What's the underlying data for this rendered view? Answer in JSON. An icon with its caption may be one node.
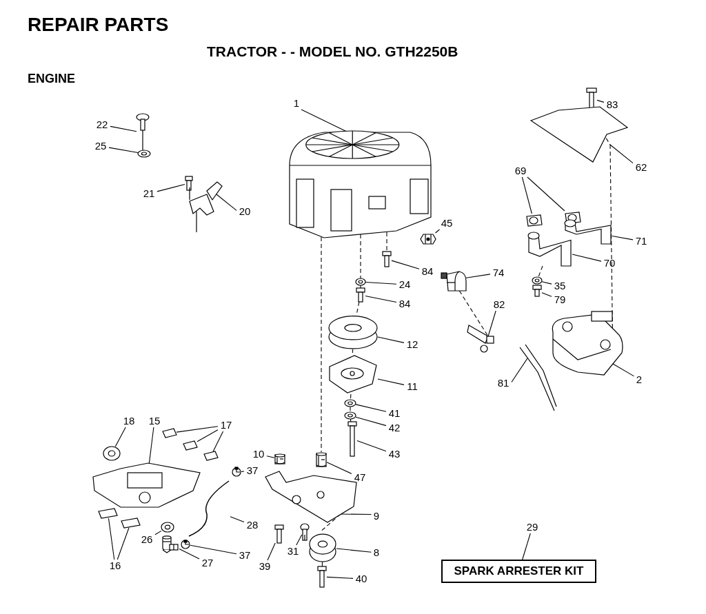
{
  "diagram": {
    "title": "REPAIR PARTS",
    "nodes": [
      {
        "text": [
          "1"
        ]
      },
      {
        "text": [],
        "shape": "picture"
      },
      {
        "text": [
          "22"
        ]
      },
      {
        "text": [],
        "shape": "picture"
      },
      {
        "text": [
          "25"
        ]
      },
      {
        "text": [],
        "shape": "picture"
      },
      {
        "text": [
          "21"
        ]
      },
      {
        "text": [],
        "shape": "picture"
      },
      {
        "text": [
          "20"
        ]
      },
      {
        "text": [],
        "shape": "picture"
      },
      {
        "text": [
          "83"
        ]
      },
      {
        "text": [],
        "shape": "picture"
      },
      {
        "text": [
          "62"
        ]
      },
      {
        "text": [],
        "shape": "picture"
      },
      {
        "text": [
          "69"
        ]
      },
      {
        "text": [],
        "shape": "picture"
      },
      {
        "text": [],
        "shape": "picture"
      },
      {
        "text": [
          "71"
        ]
      },
      {
        "text": [],
        "shape": "picture"
      },
      {
        "text": [
          "70"
        ]
      },
      {
        "text": [],
        "shape": "picture"
      },
      {
        "text": [
          "45"
        ]
      },
      {
        "text": [],
        "shape": "picture"
      },
      {
        "text": [
          "84"
        ]
      },
      {
        "text": [],
        "shape": "picture"
      },
      {
        "text": [
          "24"
        ]
      },
      {
        "text": [],
        "shape": "picture"
      },
      {
        "text": [
          "84"
        ]
      },
      {
        "text": [],
        "shape": "picture"
      },
      {
        "text": [
          "74"
        ]
      },
      {
        "text": [],
        "shape": "picture"
      },
      {
        "text": [
          "35"
        ]
      },
      {
        "text": [],
        "shape": "picture"
      },
      {
        "text": [
          "79"
        ]
      },
      {
        "text": [],
        "shape": "picture"
      },
      {
        "text": [
          "82"
        ]
      },
      {
        "text": [],
        "shape": "picture"
      },
      {
        "text": [
          "12"
        ]
      },
      {
        "text": [],
        "shape": "picture"
      },
      {
        "text": [
          "81"
        ]
      },
      {
        "text": [],
        "shape": "picture"
      },
      {
        "text": [
          "2"
        ]
      },
      {
        "text": [],
        "shape": "picture"
      },
      {
        "text": [
          "11"
        ]
      },
      {
        "text": [],
        "shape": "picture"
      },
      {
        "text": [
          "41"
        ]
      },
      {
        "text": [],
        "shape": "picture"
      },
      {
        "text": [
          "42"
        ]
      },
      {
        "text": [],
        "shape": "picture"
      },
      {
        "text": [
          "43"
        ]
      },
      {
        "text": [],
        "shape": "picture"
      },
      {
        "text": [
          "18"
        ]
      },
      {
        "text": [],
        "shape": "picture"
      },
      {
        "text": [
          "15"
        ]
      },
      {
        "text": [],
        "shape": "picture"
      },
      {
        "text": [
          "17"
        ]
      },
      {
        "text": [],
        "shape": "picture"
      },
      {
        "text": [],
        "shape": "picture"
      },
      {
        "text": [],
        "shape": "picture"
      },
      {
        "text": [
          "10"
        ]
      },
      {
        "text": [],
        "shape": "picture"
      },
      {
        "text": [
          "47"
        ]
      },
      {
        "text": [],
        "shape": "picture"
      },
      {
        "text": [
          "37"
        ]
      },
      {
        "text": [],
        "shape": "picture"
      },
      {
        "text": [
          "9"
        ]
      },
      {
        "text": [],
        "shape": "picture"
      },
      {
        "text": [
          "29"
        ]
      },
      {
        "text": [
          "SPARK ARRESTER KIT"
        ]
      },
      {
        "text": [
          "28"
        ]
      },
      {
        "text": [],
        "shape": "picture"
      },
      {
        "text": [
          "31"
        ]
      },
      {
        "text": [],
        "shape": "picture"
      },
      {
        "text": [
          "39"
        ]
      },
      {
        "text": [],
        "shape": "picture"
      },
      {
        "text": [
          "8"
        ]
      },
      {
        "text": [],
        "shape": "picture"
      },
      {
        "text": [
          "16"
        ]
      },
      {
        "text": [],
        "shape": "picture"
      },
      {
        "text": [],
        "shape": "picture"
      },
      {
        "text": [
          "26"
        ]
      },
      {
        "text": [],
        "shape": "picture"
      },
      {
        "text": [
          "37"
        ]
      },
      {
        "text": [],
        "shape": "picture"
      },
      {
        "text": [
          "27"
        ]
      },
      {
        "text": [],
        "shape": "picture"
      },
      {
        "text": [
          "40"
        ]
      },
      {
        "text": [],
        "shape": "picture"
      }
    ],
    "edges": [
      {
        "from": 0,
        "to": 1,
        "arrow": "none"
      },
      {
        "from": 2,
        "to": 3,
        "arrow": "none"
      },
      {
        "from": 4,
        "to": 5,
        "arrow": "none"
      },
      {
        "from": 6,
        "to": 7,
        "arrow": "none"
      },
      {
        "from": 8,
        "to": 9,
        "arrow": "none"
      },
      {
        "from": 10,
        "to": 11,
        "arrow": "none"
      },
      {
        "from": 12,
        "to": 13,
        "arrow": "none"
      },
      {
        "from": 14,
        "to": 15,
        "arrow": "none"
      },
      {
        "from": 14,
        "to": 16,
        "arrow": "none"
      },
      {
        "from": 17,
        "to": 18,
        "arrow": "none"
      },
      {
        "from": 19,
        "to": 20,
        "arrow": "none"
      },
      {
        "from": 21,
        "to": 22,
        "arrow": "none"
      },
      {
        "from": 23,
        "to": 24,
        "arrow": "none"
      },
      {
        "from": 25,
        "to": 26,
        "arrow": "none"
      },
      {
        "from": 27,
        "to": 28,
        "arrow": "none"
      },
      {
        "from": 29,
        "to": 30,
        "arrow": "none"
      },
      {
        "from": 31,
        "to": 32,
        "arrow": "none"
      },
      {
        "from": 33,
        "to": 34,
        "arrow": "none"
      },
      {
        "from": 35,
        "to": 36,
        "arrow": "none"
      },
      {
        "from": 37,
        "to": 38,
        "arrow": "none"
      },
      {
        "from": 39,
        "to": 40,
        "arrow": "none"
      },
      {
        "from": 41,
        "to": 42,
        "arrow": "none"
      },
      {
        "from": 43,
        "to": 44,
        "arrow": "none"
      },
      {
        "from": 45,
        "to": 46,
        "arrow": "none"
      },
      {
        "from": 47,
        "to": 48,
        "arrow": "none"
      },
      {
        "from": 49,
        "to": 50,
        "arrow": "none"
      },
      {
        "from": 51,
        "to": 52,
        "arrow": "none"
      },
      {
        "from": 53,
        "to": 54,
        "arrow": "none"
      },
      {
        "from": 55,
        "to": 56,
        "arrow": "none"
      },
      {
        "from": 55,
        "to": 57,
        "arrow": "none"
      },
      {
        "from": 55,
        "to": 58,
        "arrow": "none"
      },
      {
        "from": 59,
        "to": 60,
        "arrow": "none"
      },
      {
        "from": 61,
        "to": 62,
        "arrow": "none"
      },
      {
        "from": 63,
        "to": 64,
        "arrow": "none"
      },
      {
        "from": 65,
        "to": 66,
        "arrow": "none"
      },
      {
        "from": 67,
        "to": 68,
        "arrow": "none"
      },
      {
        "from": 69,
        "to": 70,
        "arrow": "none"
      },
      {
        "from": 71,
        "to": 72,
        "arrow": "none"
      },
      {
        "from": 73,
        "to": 74,
        "arrow": "none"
      },
      {
        "from": 75,
        "to": 76,
        "arrow": "none"
      },
      {
        "from": 77,
        "to": 78,
        "arrow": "none"
      },
      {
        "from": 77,
        "to": 79,
        "arrow": "none"
      },
      {
        "from": 80,
        "to": 81,
        "arrow": "none"
      },
      {
        "from": 82,
        "to": 83,
        "arrow": "none"
      },
      {
        "from": 84,
        "to": 85,
        "arrow": "none"
      },
      {
        "from": 86,
        "to": 87,
        "arrow": "none"
      },
      {
        "from": 1,
        "to": 26,
        "arrow": "none",
        "style": "dashed"
      },
      {
        "from": 26,
        "to": 28,
        "arrow": "none",
        "style": "dashed"
      },
      {
        "from": 28,
        "to": 38,
        "arrow": "none",
        "style": "dashed"
      },
      {
        "from": 38,
        "to": 44,
        "arrow": "none",
        "style": "dashed"
      },
      {
        "from": 44,
        "to": 46,
        "arrow": "none",
        "style": "dashed"
      },
      {
        "from": 46,
        "to": 48,
        "arrow": "none",
        "style": "dashed"
      },
      {
        "from": 48,
        "to": 50,
        "arrow": "none",
        "style": "dashed"
      },
      {
        "from": 1,
        "to": 24,
        "arrow": "none",
        "style": "dashed"
      },
      {
        "from": 1,
        "to": 62,
        "arrow": "none",
        "style": "dashed"
      },
      {
        "from": 66,
        "to": 76,
        "arrow": "none",
        "style": "dashed"
      },
      {
        "from": 76,
        "to": 87,
        "arrow": "none",
        "style": "dashed"
      },
      {
        "from": 11,
        "to": 13,
        "arrow": "none",
        "style": "dashed"
      },
      {
        "from": 30,
        "to": 36,
        "arrow": "none",
        "style": "dashed"
      },
      {
        "from": 20,
        "to": 32,
        "arrow": "none",
        "style": "dashed"
      },
      {
        "from": 13,
        "to": 42,
        "arrow": "none",
        "style": "dashed"
      }
    ],
    "labels": [
      "TRACTOR - - MODEL NO. GTH2250B",
      "ENGINE"
    ]
  }
}
